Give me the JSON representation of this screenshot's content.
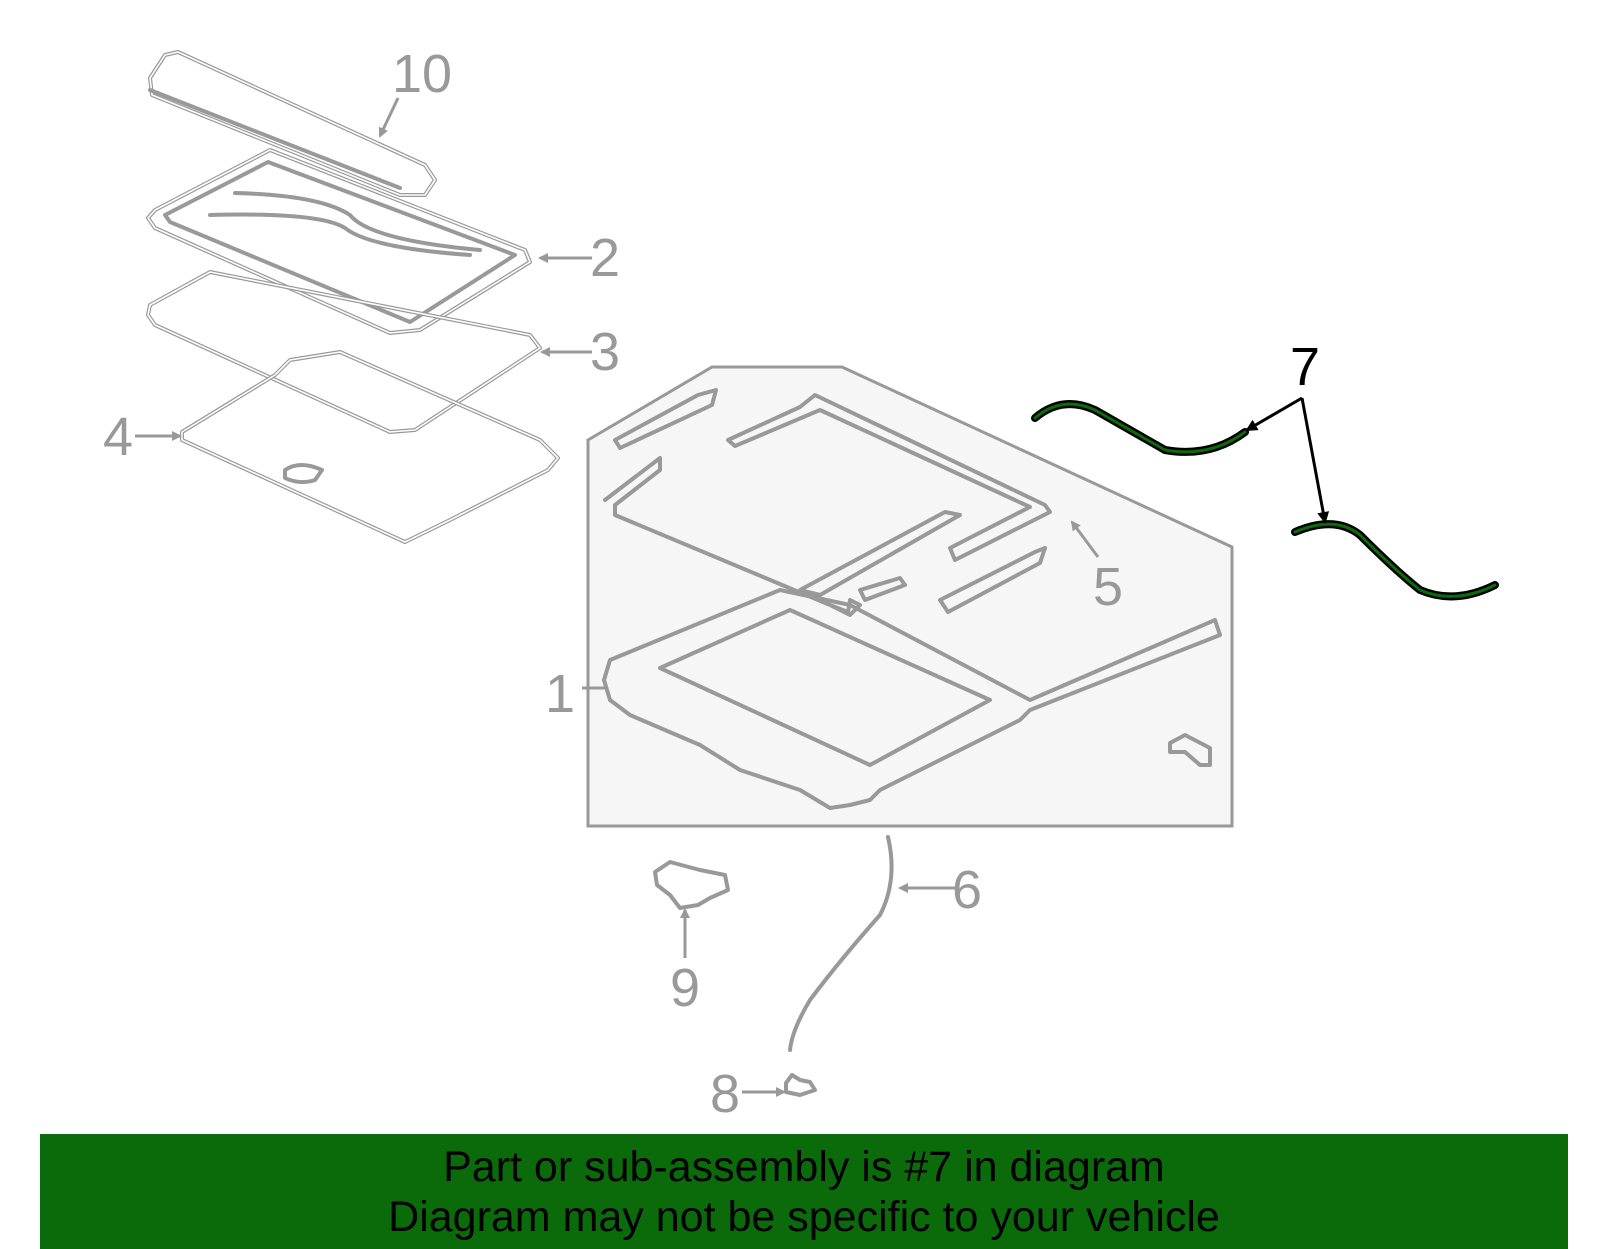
{
  "diagram": {
    "callouts": [
      "1",
      "2",
      "3",
      "4",
      "5",
      "6",
      "7",
      "8",
      "9",
      "10"
    ],
    "highlighted_part": "7"
  },
  "banner": {
    "line1": "Part or sub-assembly is #7 in diagram",
    "line2": "Diagram may not be specific to your vehicle",
    "background_color": "#0b6b0b"
  },
  "colors": {
    "part_outline": "#999999",
    "highlight_outline": "#000000",
    "highlight_fill": "#0b6b0b",
    "assembly_box_fill": "#f6f6f6"
  }
}
